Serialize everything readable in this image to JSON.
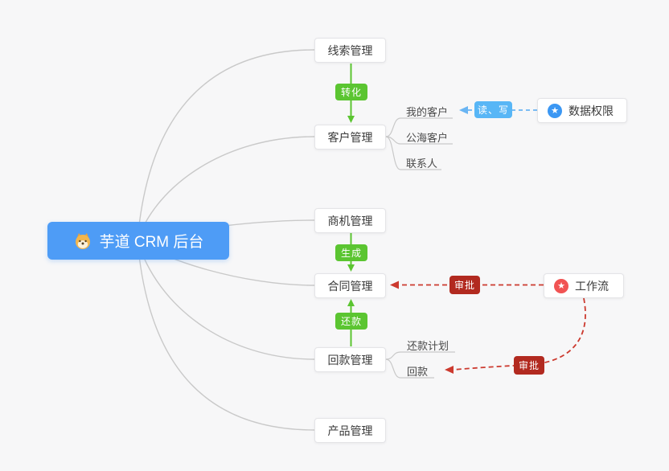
{
  "root": {
    "label": "芋道 CRM 后台",
    "icon": "shiba-dog-icon",
    "bg_color": "#4e9cf6"
  },
  "nodes": {
    "leads": {
      "label": "线索管理"
    },
    "customers": {
      "label": "客户管理"
    },
    "opportunities": {
      "label": "商机管理"
    },
    "contracts": {
      "label": "合同管理"
    },
    "receivables": {
      "label": "回款管理"
    },
    "products": {
      "label": "产品管理"
    },
    "data_permission": {
      "label": "数据权限",
      "icon": "star-circle-icon",
      "icon_color": "#3b97f3"
    },
    "workflow": {
      "label": "工作流",
      "icon": "star-circle-icon",
      "icon_color": "#f15353"
    }
  },
  "sub_labels": {
    "my_customers": "我的客户",
    "public_customers": "公海客户",
    "contacts": "联系人",
    "repayment_plan": "还款计划",
    "payment": "回款"
  },
  "badges": {
    "convert": "转化",
    "generate": "生成",
    "repay": "还款",
    "read_write": "读、写",
    "approve_contract": "审批",
    "approve_payment": "审批"
  },
  "edges": [
    {
      "from": "root",
      "to": "leads"
    },
    {
      "from": "root",
      "to": "customers"
    },
    {
      "from": "root",
      "to": "opportunities"
    },
    {
      "from": "root",
      "to": "contracts"
    },
    {
      "from": "root",
      "to": "receivables"
    },
    {
      "from": "root",
      "to": "products"
    },
    {
      "from": "leads",
      "to": "customers",
      "label": "转化",
      "style": "green-arrow"
    },
    {
      "from": "opportunities",
      "to": "contracts",
      "label": "生成",
      "style": "green-arrow"
    },
    {
      "from": "receivables",
      "to": "contracts",
      "label": "还款",
      "style": "green-arrow"
    },
    {
      "from": "data_permission",
      "to": "my_customers",
      "label": "读、写",
      "style": "blue-dashed-arrow"
    },
    {
      "from": "workflow",
      "to": "contracts",
      "label": "审批",
      "style": "red-dashed-arrow"
    },
    {
      "from": "workflow",
      "to": "payment",
      "label": "审批",
      "style": "red-dashed-arrow"
    },
    {
      "from": "customers",
      "to": "my_customers"
    },
    {
      "from": "customers",
      "to": "public_customers"
    },
    {
      "from": "customers",
      "to": "contacts"
    },
    {
      "from": "receivables",
      "to": "repayment_plan"
    },
    {
      "from": "receivables",
      "to": "payment"
    }
  ],
  "colors": {
    "canvas_bg": "#f7f7f8",
    "root_bg": "#4e9cf6",
    "green": "#5bc531",
    "blue_badge": "#58b6f6",
    "blue_arrow": "#6ab5f3",
    "red_badge": "#b22a20",
    "red_arrow": "#cc3a2f",
    "gray_line": "#c9c9c9"
  }
}
